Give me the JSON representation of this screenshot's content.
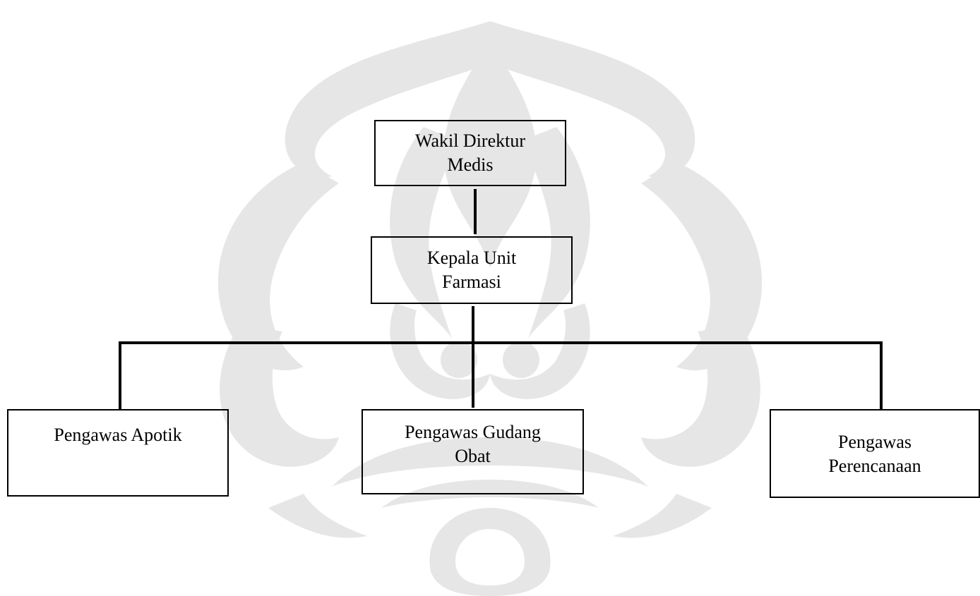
{
  "diagram": {
    "type": "organization-chart",
    "nodes": [
      {
        "id": "wakil",
        "label": "Wakil Direktur\nMedis"
      },
      {
        "id": "kepala",
        "label": "Kepala Unit\nFarmasi"
      },
      {
        "id": "apotik",
        "label": "Pengawas Apotik"
      },
      {
        "id": "gudang",
        "label": "Pengawas Gudang\nObat"
      },
      {
        "id": "perencanaan",
        "label": "Pengawas\nPerencanaan"
      }
    ],
    "edges": [
      {
        "from": "wakil",
        "to": "kepala"
      },
      {
        "from": "kepala",
        "to": "apotik"
      },
      {
        "from": "kepala",
        "to": "gudang"
      },
      {
        "from": "kepala",
        "to": "perencanaan"
      }
    ]
  },
  "colors": {
    "line": "#000000",
    "watermark": "#e6e6e6",
    "background": "#ffffff"
  },
  "watermark": {
    "icon": "ornamental-logo-watermark"
  }
}
